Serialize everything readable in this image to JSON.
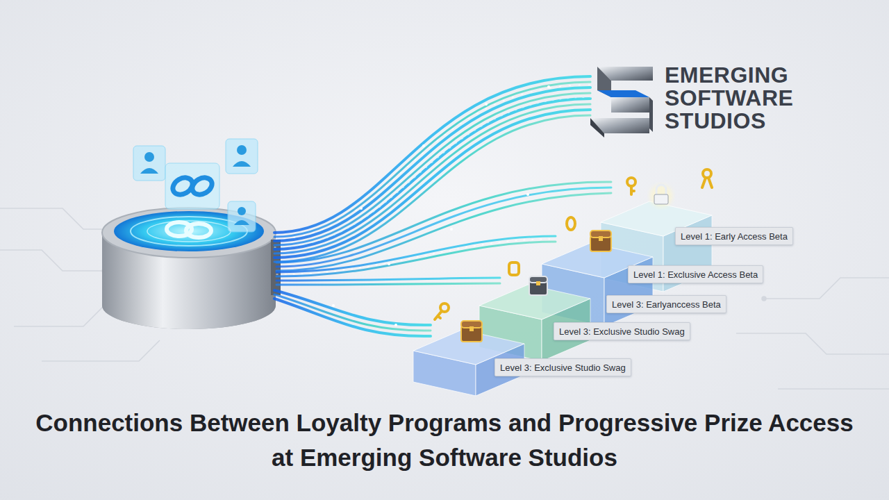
{
  "diagram": {
    "title": "Connections Between Loyalty Programs and Progressive Prize Access at Emerging Software Studios",
    "nodes": [
      {
        "text": [
          "Level 1: Early Access Beta"
        ]
      },
      {
        "text": [
          "Level 1: Exclusive Access Beta"
        ]
      },
      {
        "text": [
          "Level 3: Earlyanccess Beta"
        ]
      },
      {
        "text": [
          "Level 3: Exclusive Studio Swag"
        ]
      },
      {
        "text": [
          "Level 3: Exclusive Studio Swag"
        ]
      }
    ],
    "labels": [
      "EMERGING SOFTWARE STUDIOS"
    ]
  }
}
